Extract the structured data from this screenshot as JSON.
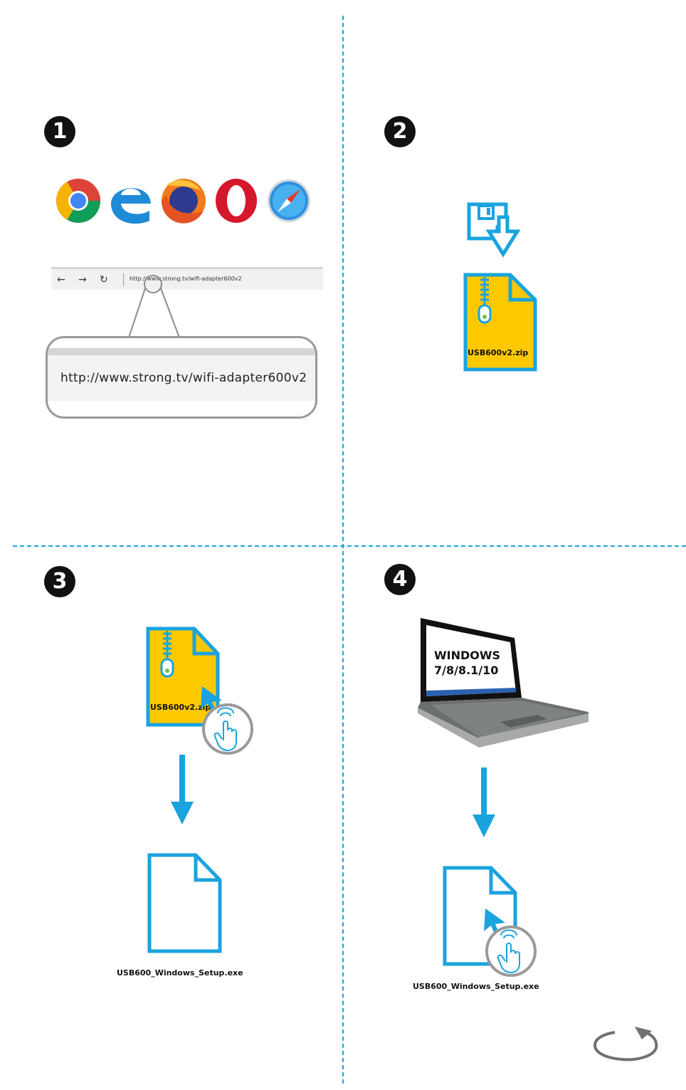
{
  "steps": [
    {
      "number": "1"
    },
    {
      "number": "2"
    },
    {
      "number": "3"
    },
    {
      "number": "4"
    }
  ],
  "browsers": [
    "chrome-icon",
    "edge-icon",
    "firefox-icon",
    "opera-icon",
    "safari-icon"
  ],
  "address_bar": {
    "url_small": "http://www.strong.tv/wifi-adapter600v2",
    "url_zoomed": "http://www.strong.tv/wifi-adapter600v2",
    "back_glyph": "←",
    "forward_glyph": "→",
    "reload_glyph": "↻"
  },
  "zip_file": {
    "name": "USB600v2.zip"
  },
  "setup_file": {
    "name": "USB600_Windows_Setup.exe"
  },
  "laptop": {
    "screen_line1": "WINDOWS",
    "screen_line2": "7/8/8.1/10"
  },
  "colors": {
    "accent": "#1aa3df",
    "zip_fill": "#fcc800",
    "badge": "#111111"
  }
}
